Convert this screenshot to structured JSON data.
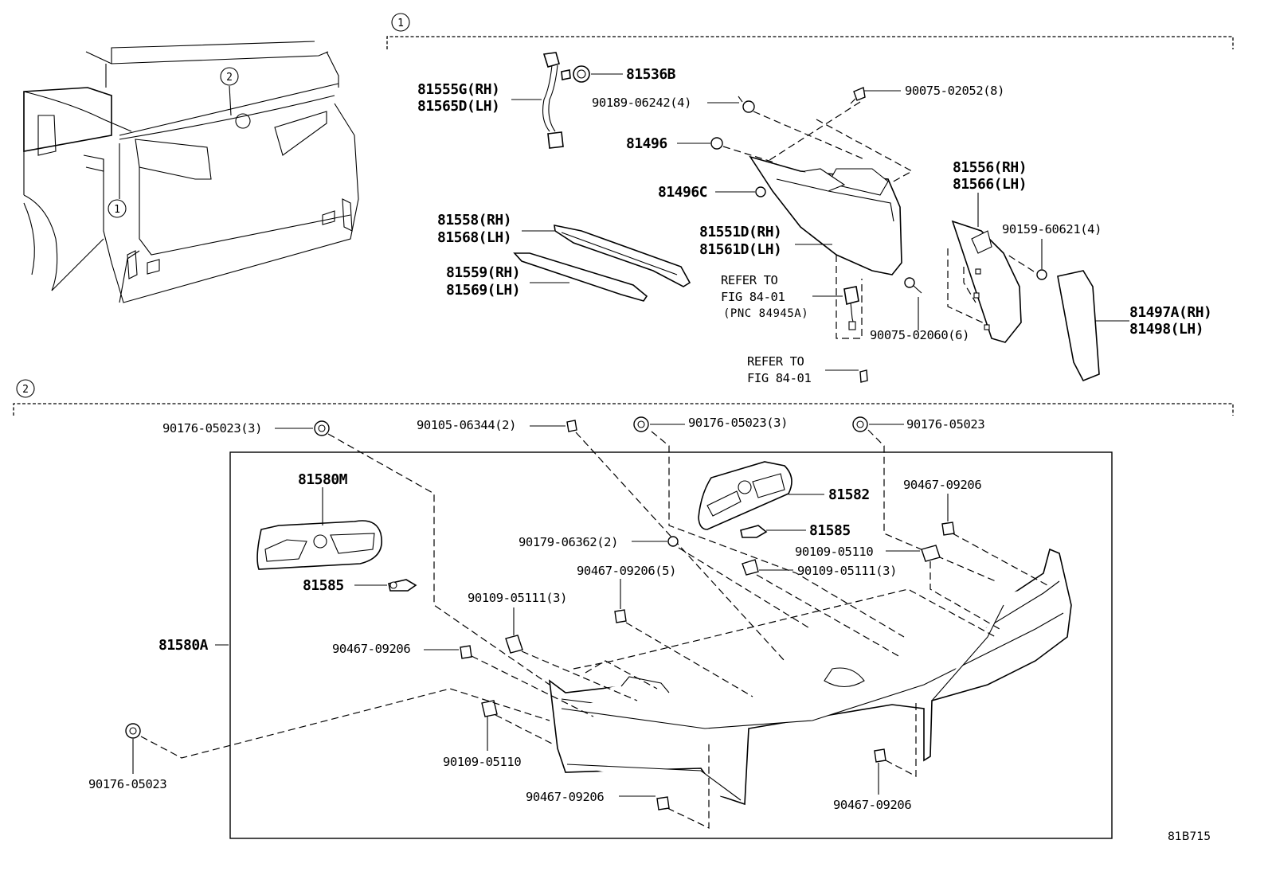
{
  "diagram_id": "81B715",
  "callouts": {
    "group1": "1",
    "group2": "2"
  },
  "reference": {
    "line1": "REFER TO",
    "line2": "FIG 84-01",
    "line3": "(PNC 84945A)"
  },
  "group1_labels": {
    "p81555G": "81555G(RH)",
    "p81565D": "81565D(LH)",
    "p81536B": "81536B",
    "p90189": "90189-06242(4)",
    "p90075a": "90075-02052(8)",
    "p81496": "81496",
    "p81496C": "81496C",
    "p81556": "81556(RH)",
    "p81566": "81566(LH)",
    "p90159": "90159-60621(4)",
    "p81558": "81558(RH)",
    "p81568": "81568(LH)",
    "p81559": "81559(RH)",
    "p81569": "81569(LH)",
    "p81551D": "81551D(RH)",
    "p81561D": "81561D(LH)",
    "p90075b": "90075-02060(6)",
    "p81497A": "81497A(RH)",
    "p81498": "81498(LH)"
  },
  "group2_labels": {
    "p90176a": "90176-05023(3)",
    "p90105": "90105-06344(2)",
    "p90176b": "90176-05023(3)",
    "p90176c": "90176-05023",
    "p81580M": "81580M",
    "p81582": "81582",
    "p81585a": "81585",
    "p81585b": "81585",
    "p90467a": "90467-09206",
    "p90179": "90179-06362(2)",
    "p90109a": "90109-05110",
    "p90467b": "90467-09206(5)",
    "p90109b": "90109-05111(3)",
    "p90109c": "90109-05111(3)",
    "p81580A": "81580A",
    "p90467c": "90467-09206",
    "p90109d": "90109-05110",
    "p90176d": "90176-05023",
    "p90467d": "90467-09206",
    "p90467e": "90467-09206"
  }
}
